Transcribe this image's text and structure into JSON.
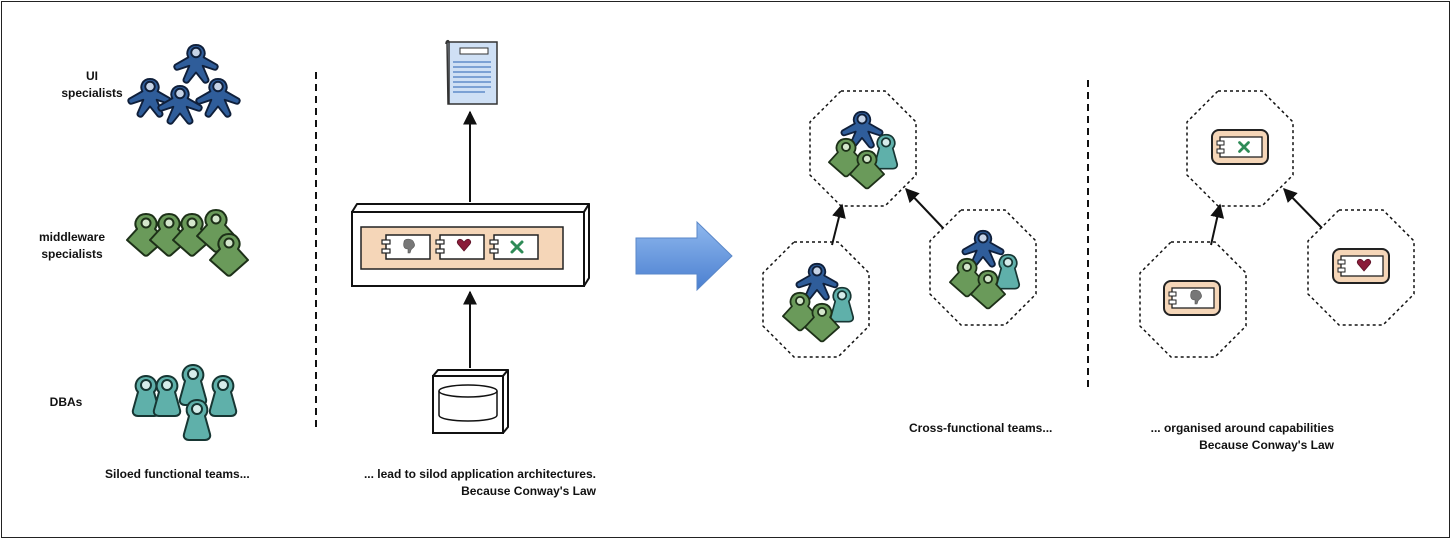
{
  "roles": {
    "ui": [
      "UI",
      "specialists"
    ],
    "middleware": [
      "middleware",
      "specialists"
    ],
    "dba": "DBAs"
  },
  "captions": {
    "siloed_teams": "Siloed functional teams...",
    "silod_architectures": "... lead to silod application architectures.",
    "conway_1": "Because Conway's Law",
    "cross_functional": "Cross-functional teams...",
    "capabilities": "... organised around capabilities",
    "conway_2": "Because Conway's Law"
  },
  "colors": {
    "ui_team": "#2f5d9a",
    "middleware_team": "#6a9a5a",
    "dba_team": "#5fb0aa",
    "component_fill": "#f5d6b8",
    "arrow_fill": "#6d9ee0",
    "document_fill": "#cfe0f5"
  },
  "icons": {
    "data_component": "brain-icon",
    "ui_component": "heart-icon",
    "logic_component": "cross-icon"
  }
}
